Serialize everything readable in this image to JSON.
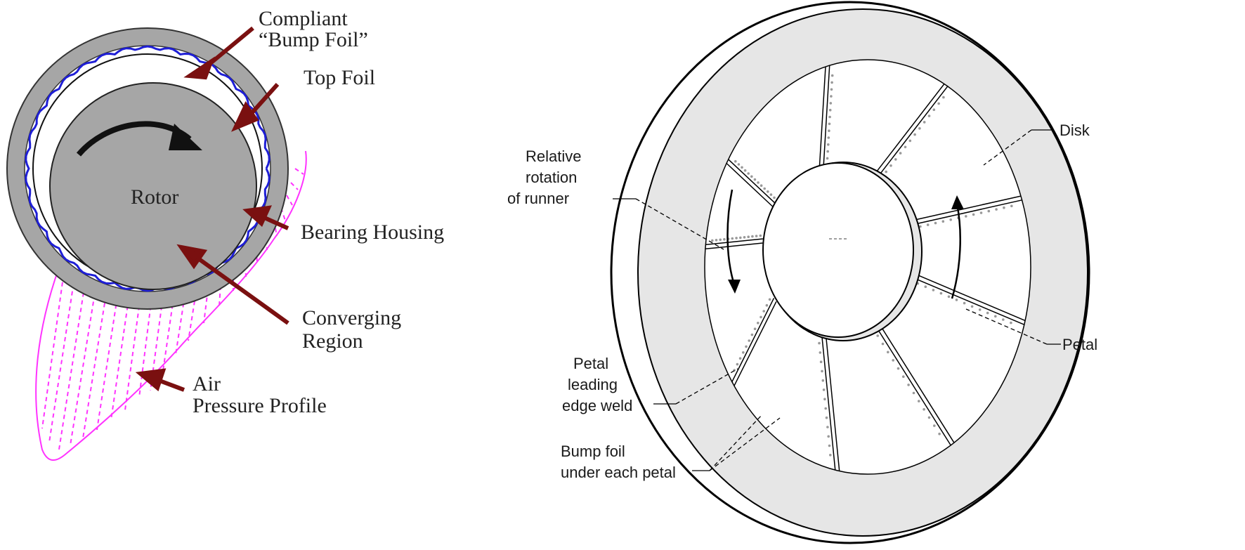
{
  "left_figure": {
    "rotor_label": "Rotor",
    "callouts": [
      {
        "id": "compliant-bump-foil",
        "lines": [
          "Compliant",
          "“Bump Foil”"
        ]
      },
      {
        "id": "top-foil",
        "lines": [
          "Top Foil"
        ]
      },
      {
        "id": "bearing-housing",
        "lines": [
          "Bearing Housing"
        ]
      },
      {
        "id": "converging-region",
        "lines": [
          "Converging",
          "Region"
        ]
      },
      {
        "id": "air-pressure-profile",
        "lines": [
          "Air",
          "Pressure Profile"
        ]
      }
    ]
  },
  "right_figure": {
    "callouts": [
      {
        "id": "relative-rotation",
        "lines": [
          "Relative",
          "rotation",
          "of runner"
        ]
      },
      {
        "id": "disk",
        "lines": [
          "Disk"
        ]
      },
      {
        "id": "petal",
        "lines": [
          "Petal"
        ]
      },
      {
        "id": "petal-weld",
        "lines": [
          "Petal",
          "leading",
          "edge weld"
        ]
      },
      {
        "id": "bump-foil",
        "lines": [
          "Bump foil",
          "under each petal"
        ]
      }
    ]
  },
  "colors": {
    "housing": "#a6a6a6",
    "rotor": "#a6a6a6",
    "bump_foil": "#1f1fd6",
    "pressure_profile": "#ff33ff",
    "callout_arrow": "#7a1010",
    "disk_face": "#e6e6e6",
    "outline": "#000000"
  }
}
